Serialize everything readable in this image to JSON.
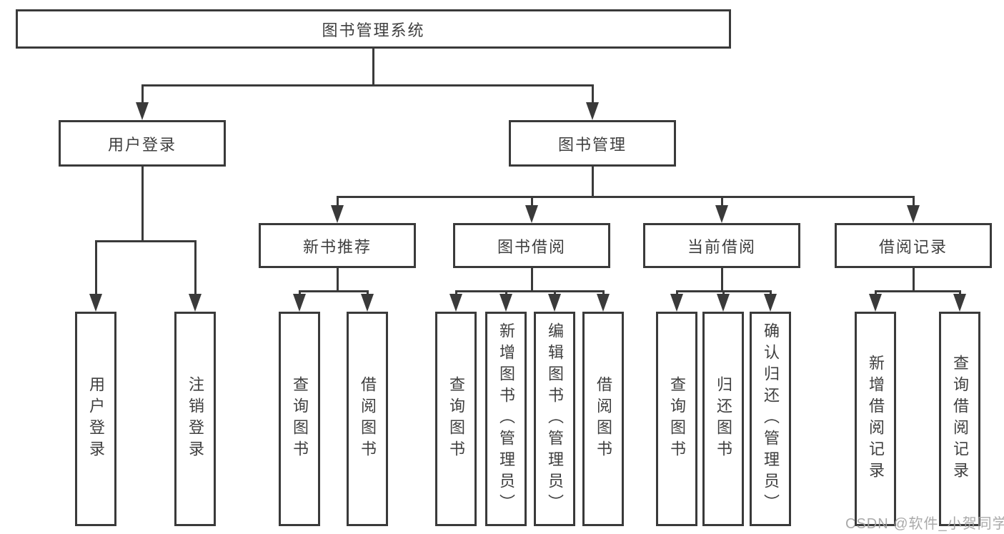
{
  "diagram": {
    "type": "hierarchy-tree",
    "root_label": "图书管理系统",
    "nodes": {
      "root": "图书管理系统",
      "user_login": "用户登录",
      "book_management": "图书管理",
      "new_books": "新书推荐",
      "book_borrow": "图书借阅",
      "current_borrow": "当前借阅",
      "borrow_records": "借阅记录",
      "leaf_user_login": "用户登录",
      "leaf_logout": "注销登录",
      "nb_query": "查询图书",
      "nb_borrow": "借阅图书",
      "bb_query": "查询图书",
      "bb_add": "新增图书（管理员）",
      "bb_edit": "编辑图书（管理员）",
      "bb_borrow": "借阅图书",
      "cb_query": "查询图书",
      "cb_return": "归还图书",
      "cb_confirm": "确认归还（管理员）",
      "br_add": "新增借阅记录",
      "br_query": "查询借阅记录"
    },
    "tree": {
      "root": [
        "user_login",
        "book_management"
      ],
      "user_login": [
        "leaf_user_login",
        "leaf_logout"
      ],
      "book_management": [
        "new_books",
        "book_borrow",
        "current_borrow",
        "borrow_records"
      ],
      "new_books": [
        "nb_query",
        "nb_borrow"
      ],
      "book_borrow": [
        "bb_query",
        "bb_add",
        "bb_edit",
        "bb_borrow"
      ],
      "current_borrow": [
        "cb_query",
        "cb_return",
        "cb_confirm"
      ],
      "borrow_records": [
        "br_add",
        "br_query"
      ]
    }
  },
  "watermark": "CSDN @软件_小贺同学",
  "colors": {
    "line": "#3a3a3a",
    "text": "#3f3f3f",
    "box_fill": "#ffffff",
    "watermark": "#a3a3a3",
    "background": "#ffffff"
  }
}
